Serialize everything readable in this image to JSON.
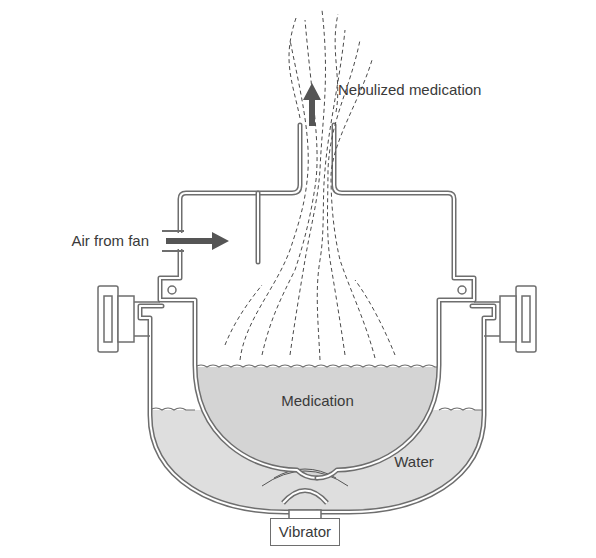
{
  "diagram": {
    "nodes": [
      {
        "text": [
          "Medication"
        ]
      },
      {
        "text": [
          "Water"
        ]
      },
      {
        "text": [
          "Vibrator"
        ]
      }
    ],
    "labels": [
      "Nebulized medication",
      "Air from fan"
    ]
  }
}
